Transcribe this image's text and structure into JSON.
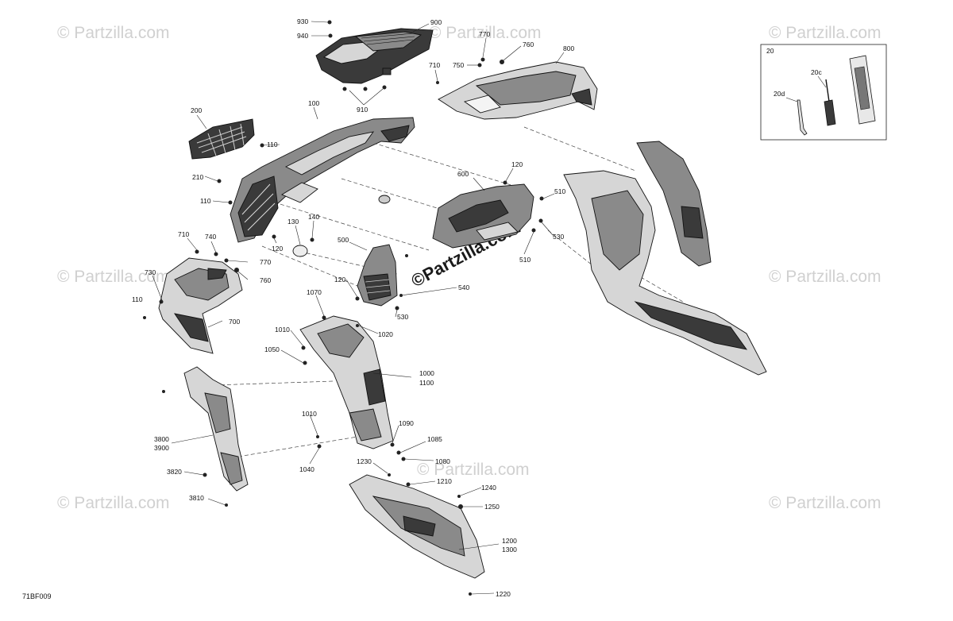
{
  "figure": {
    "code": "71BF009"
  },
  "watermark": {
    "text": "© Partzilla.com",
    "center_text": "©Partzilla.com"
  },
  "kit_box": {
    "label": "20",
    "items": [
      "20c",
      "20d"
    ]
  },
  "callouts": {
    "c930": "930",
    "c940": "940",
    "c900": "900",
    "c910": "910",
    "c770a": "770",
    "c760a": "760",
    "c750": "750",
    "c710a": "710",
    "c800": "800",
    "c200": "200",
    "c100": "100",
    "c110a": "110",
    "c210": "210",
    "c110b": "110",
    "c120a": "120",
    "c600": "600",
    "c510a": "510",
    "c530a": "530",
    "c510b": "510",
    "c130": "130",
    "c140": "140",
    "c120b": "120",
    "c710b": "710",
    "c740": "740",
    "c770b": "770",
    "c760b": "760",
    "c730": "730",
    "c110c": "110",
    "c700": "700",
    "c500": "500",
    "c120c": "120",
    "c540": "540",
    "c530b": "530",
    "c1070": "1070",
    "c1010a": "1010",
    "c1020": "1020",
    "c1050": "1050",
    "c1000": "1000",
    "c1100": "1100",
    "c1010b": "1010",
    "c1040": "1040",
    "c1090": "1090",
    "c1085": "1085",
    "c1080": "1080",
    "c3800": "3800",
    "c3900": "3900",
    "c3820": "3820",
    "c3810": "3810",
    "c1230": "1230",
    "c1210": "1210",
    "c1240": "1240",
    "c1250": "1250",
    "c1200": "1200",
    "c1300": "1300",
    "c1220": "1220"
  }
}
